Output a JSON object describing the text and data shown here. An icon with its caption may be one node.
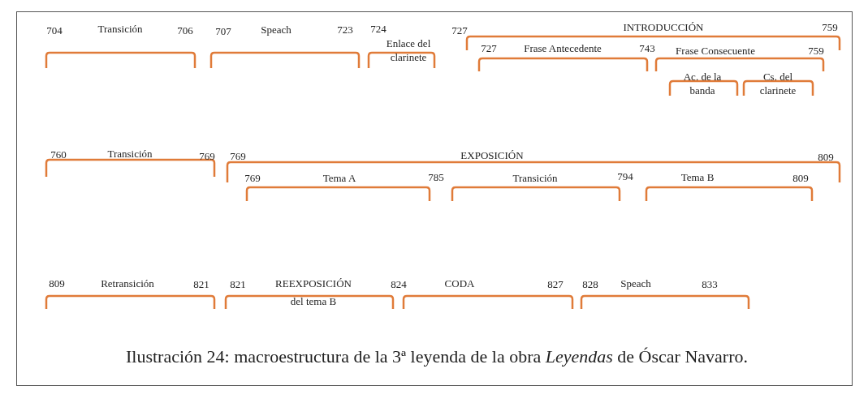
{
  "diagram": {
    "caption": "Ilustración 24: macroestructura de la 3ª leyenda de la obra *Leyendas* de Óscar Navarro.",
    "labels": [
      "704",
      "Transición",
      "706",
      "707",
      "Speach",
      "723",
      "724",
      "727",
      "INTRODUCCIÓN",
      "759",
      "Enlace del clarinete",
      "727",
      "Frase Antecedente",
      "743",
      "Frase Consecuente",
      "759",
      "Ac. de la banda",
      "Cs. del clarinete",
      "760",
      "Transición",
      "769",
      "769",
      "EXPOSICIÓN",
      "809",
      "769",
      "Tema A",
      "785",
      "Transición",
      "794",
      "Tema B",
      "809",
      "809",
      "Retransición",
      "821",
      "821",
      "REEXPOSICIÓN",
      "824",
      "CODA",
      "827",
      "828",
      "Speach",
      "833",
      "del tema B"
    ]
  }
}
